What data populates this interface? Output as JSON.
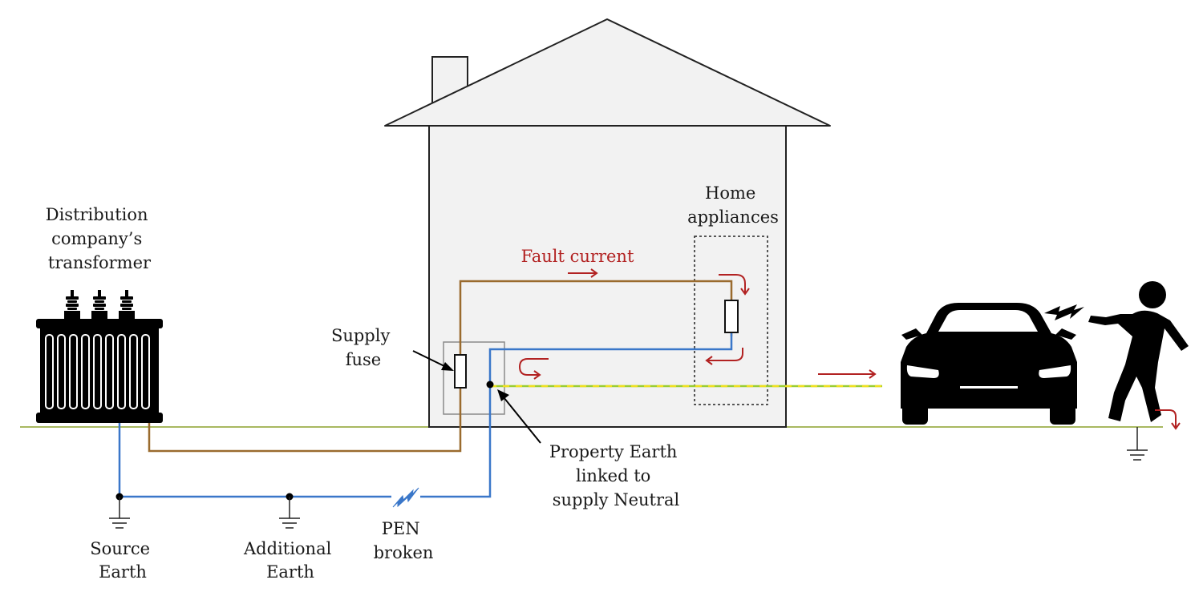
{
  "labels": {
    "transformer": [
      "Distribution",
      "company’s",
      "transformer"
    ],
    "supply_fuse": [
      "Supply",
      "fuse"
    ],
    "fault_current": "Fault current",
    "home_appliances": [
      "Home",
      "appliances"
    ],
    "property_earth": [
      "Property Earth",
      "linked to",
      "supply Neutral"
    ],
    "source_earth": [
      "Source",
      "Earth"
    ],
    "additional_earth": [
      "Additional",
      "Earth"
    ],
    "pen_broken": [
      "PEN",
      "broken"
    ]
  },
  "colors": {
    "line_wire": "#9a6b2e",
    "neutral_wire": "#3a77c9",
    "earth_wire_green": "#9acd32",
    "earth_wire_yellow": "#f0e020",
    "fault_arrow": "#b22222",
    "ground": "#a8b860",
    "house_fill": "#f2f2f2",
    "house_stroke": "#222222",
    "silhouette": "#000000"
  }
}
